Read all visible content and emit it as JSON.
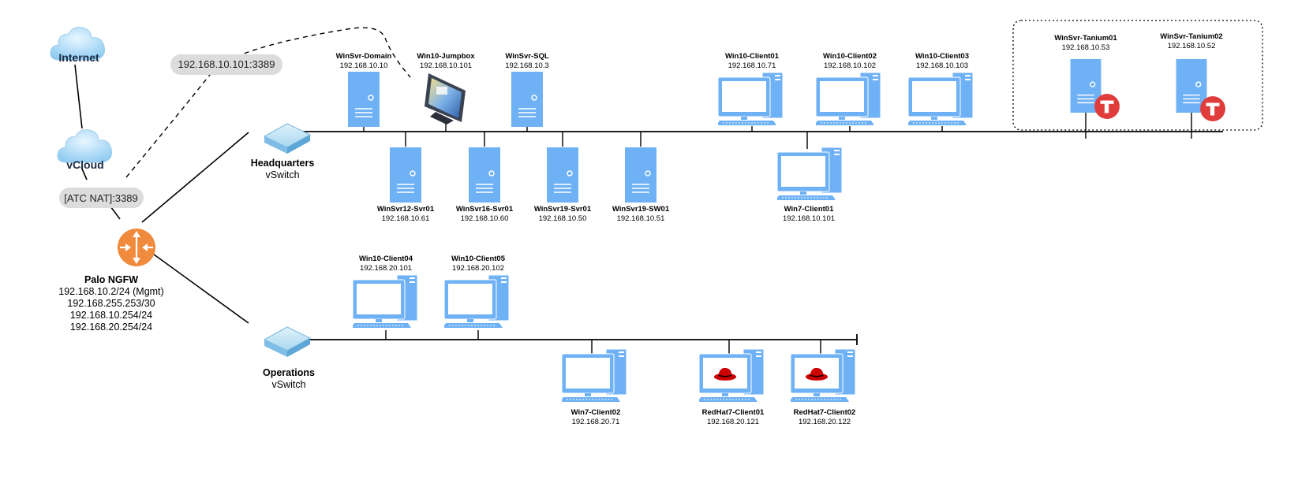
{
  "colors": {
    "device": "#6fb1f5",
    "device_dark": "#4f93dc",
    "router": "#f08a3c",
    "tanium": "#e03c3c",
    "redhat": "#cc0000",
    "line": "#000000",
    "pill": "#dcdcdc"
  },
  "clouds": {
    "internet": "Internet",
    "vcloud": "vCloud"
  },
  "pills": {
    "jumpbox_nat": "192.168.10.101:3389",
    "atc_nat": "[ATC NAT]:3389"
  },
  "firewall": {
    "name": "Palo NGFW",
    "ips": [
      "192.168.10.2/24 (Mgmt)",
      "192.168.255.253/30",
      "192.168.10.254/24",
      "192.168.20.254/24"
    ]
  },
  "switches": {
    "hq": {
      "name": "Headquarters",
      "type": "vSwitch"
    },
    "ops": {
      "name": "Operations",
      "type": "vSwitch"
    }
  },
  "nodes": {
    "winsvr_domain": {
      "name": "WinSvr-Domain",
      "ip": "192.168.10.10",
      "icon": "server-icon"
    },
    "win10_jumpbox": {
      "name": "Win10-Jumpbox",
      "ip": "192.168.10.101",
      "icon": "jumpbox-monitor-icon"
    },
    "winsvr_sql": {
      "name": "WinSvr-SQL",
      "ip": "192.168.10.3",
      "icon": "server-icon"
    },
    "winsvr12_svr01": {
      "name": "WinSvr12-Svr01",
      "ip": "192.168.10.61",
      "icon": "server-icon"
    },
    "winsvr16_svr01": {
      "name": "WinSvr16-Svr01",
      "ip": "192.168.10.60",
      "icon": "server-icon"
    },
    "winsvr19_svr01": {
      "name": "WinSvr19-Svr01",
      "ip": "192.168.10.50",
      "icon": "server-icon"
    },
    "winsvr19_sw01": {
      "name": "WinSvr19-SW01",
      "ip": "192.168.10.51",
      "icon": "server-icon"
    },
    "win10_client01": {
      "name": "Win10-Client01",
      "ip": "192.168.10.71",
      "icon": "workstation-icon"
    },
    "win10_client02": {
      "name": "Win10-Client02",
      "ip": "192.168.10.102",
      "icon": "workstation-icon"
    },
    "win10_client03": {
      "name": "Win10-Client03",
      "ip": "192.168.10.103",
      "icon": "workstation-icon"
    },
    "win7_client01": {
      "name": "Win7-Client01",
      "ip": "192.168.10.101",
      "icon": "workstation-icon"
    },
    "winsvr_tanium01": {
      "name": "WinSvr-Tanium01",
      "ip": "192.168.10.53",
      "icon": "tanium-server-icon"
    },
    "winsvr_tanium02": {
      "name": "WinSvr-Tanium02",
      "ip": "192.168.10.52",
      "icon": "tanium-server-icon"
    },
    "win10_client04": {
      "name": "Win10-Client04",
      "ip": "192.168.20.101",
      "icon": "workstation-icon"
    },
    "win10_client05": {
      "name": "Win10-Client05",
      "ip": "192.168.20.102",
      "icon": "workstation-icon"
    },
    "win7_client02": {
      "name": "Win7-Client02",
      "ip": "192.168.20.71",
      "icon": "workstation-icon"
    },
    "redhat7_client01": {
      "name": "RedHat7-Client01",
      "ip": "192.168.20.121",
      "icon": "redhat-workstation-icon"
    },
    "redhat7_client02": {
      "name": "RedHat7-Client02",
      "ip": "192.168.20.122",
      "icon": "redhat-workstation-icon"
    }
  }
}
